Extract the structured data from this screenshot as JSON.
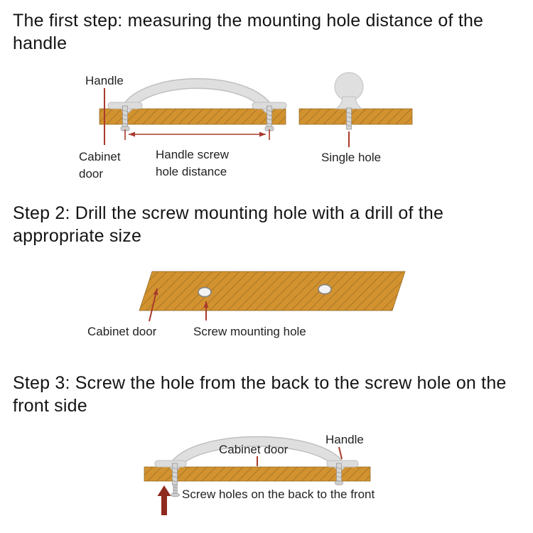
{
  "step1": {
    "title": "The first step: measuring the mounting hole distance of the handle",
    "labels": {
      "handle": "Handle",
      "cabinet_door": "Cabinet door",
      "screw_distance": "Handle screw hole distance",
      "single_hole": "Single hole"
    }
  },
  "step2": {
    "title": "Step 2: Drill the screw mounting hole with a drill of the appropriate size",
    "labels": {
      "cabinet_door": "Cabinet door",
      "screw_hole": "Screw mounting hole"
    }
  },
  "step3": {
    "title": "Step 3: Screw the hole from the back to the screw hole on the front side",
    "labels": {
      "cabinet_door": "Cabinet door",
      "handle": "Handle",
      "screw_note": "Screw holes on the back to the front"
    }
  },
  "colors": {
    "wood": "#D2922F",
    "hatch": "#7E5B21",
    "handle_gray": "#DFDFDF",
    "pointer_red": "#A83A2B",
    "bold_arrow_red": "#8F2A1E",
    "text": "#141414"
  }
}
